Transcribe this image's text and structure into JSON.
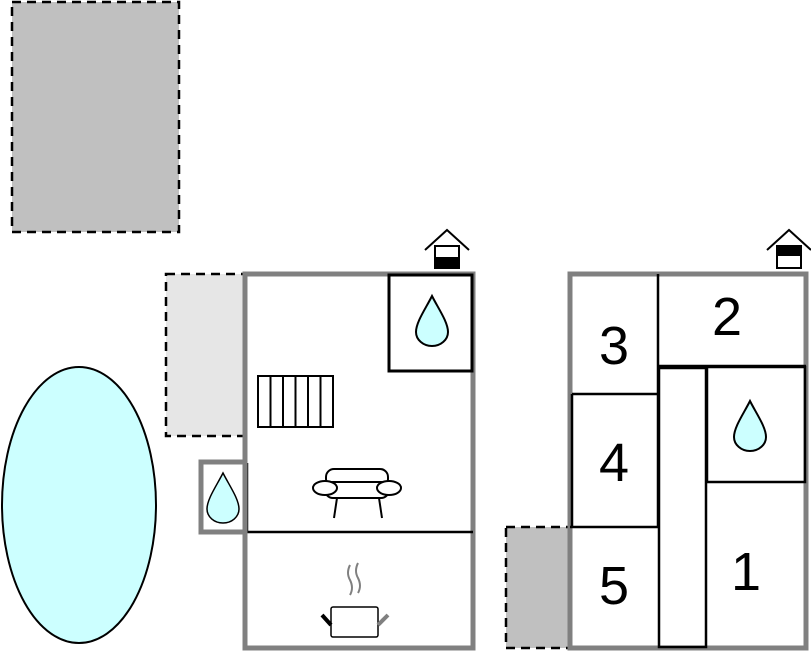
{
  "colors": {
    "wall": "#808080",
    "interior_line": "#000000",
    "outdoor_dark": "#c0c0c0",
    "outdoor_light": "#e6e6e6",
    "water": "#ccffff"
  },
  "ground_floor": {
    "icons": [
      "house-ground-floor-icon",
      "bathroom-water-drop-icon",
      "stairs-icon",
      "sofa-icon",
      "outdoor-shower-water-drop-icon",
      "cooking-pot-icon"
    ]
  },
  "first_floor": {
    "rooms": [
      {
        "label": "1"
      },
      {
        "label": "2"
      },
      {
        "label": "3"
      },
      {
        "label": "4"
      },
      {
        "label": "5"
      }
    ],
    "icons": [
      "house-first-floor-icon",
      "bathroom-water-drop-icon"
    ]
  }
}
